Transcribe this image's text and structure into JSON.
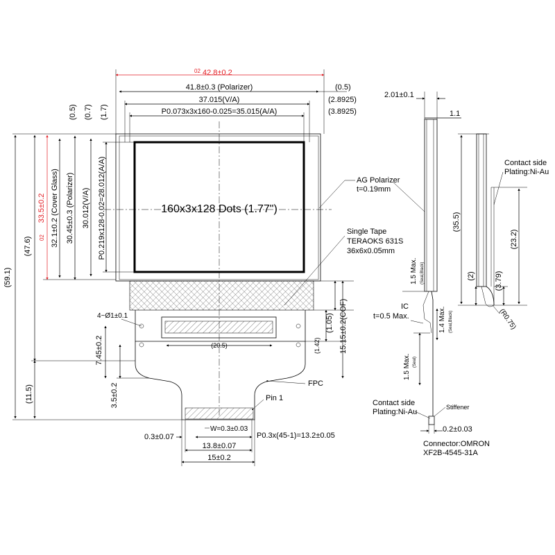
{
  "colors": {
    "accent_red": "#e31e24",
    "line": "#000000",
    "background": "#ffffff"
  },
  "front_view": {
    "display_label": "160x3x128 Dots (1.77\")",
    "top_dims": {
      "overall_mark": "02",
      "overall": "42.8±0.2",
      "polarizer": "41.8±0.3 (Polarizer)",
      "polarizer_right": "(0.5)",
      "viewing_area": "37.015(V/A)",
      "viewing_right": "(2.8925)",
      "active_area": "P0.073x3x160-0.025=35.015(A/A)",
      "active_right": "(3.8925)"
    },
    "left_dims": {
      "d_0_5": "(0.5)",
      "d_0_7": "(0.7)",
      "d_1_7": "(1.7)",
      "total": "(59.1)",
      "d_47_6": "(47.6)",
      "height_mark": "02",
      "height": "33.5±0.2",
      "cover_glass": "32.1±0.2 (Cover Glass)",
      "polarizer": "30.45±0.3 (Polarizer)",
      "viewing_area": "30.012(V/A)",
      "active_area": "P0.219x128-0.02=28.012(A/A)",
      "d_11_5": "(11.5)",
      "d_7_45": "7.45±0.2",
      "d_3_5": "3.5±0.2"
    },
    "holes": "4~Ø1±0.1",
    "d_20_5": "(20.5)",
    "d_1_42": "(1.42)",
    "d_1_05": "(1.05)",
    "cof": "15.15±0.2(COF)",
    "bottom_dims": {
      "w": "W=0.3±0.03",
      "pitch": "P0.3x(45-1)=13.2±0.05",
      "d_0_3": "0.3±0.07",
      "d_13_8": "13.8±0.07",
      "d_15": "15±0.2"
    },
    "callouts": {
      "ag_polarizer": "AG Polarizer",
      "ag_thickness": "t=0.19mm",
      "tape_1": "Single Tape",
      "tape_2": "TERAOKS 631S",
      "tape_3": "36x6x0.05mm",
      "fpc": "FPC",
      "pin1": "Pin 1"
    }
  },
  "side_view": {
    "thickness": "2.01±0.1",
    "d_1_1": "1.1",
    "contact_side_1": "Contact side",
    "plating_1": "Plating:Ni-Au",
    "d_35_5": "(35.5)",
    "d_23_2": "(23.2)",
    "d_3_79": "(3.79)",
    "d_2": "(2)",
    "r_0_75": "(R0.75)",
    "seal_max_1": "1.5 Max.",
    "seal_note_1": "(Seal,Black)",
    "seal_max_2": "1.4 Max.",
    "seal_note_2": "(Seal,Black)",
    "ic_1": "IC",
    "ic_2": "t=0.5 Max.",
    "seal_max_3": "1.5 Max.",
    "seal_note_3": "(Seal)",
    "contact_side_2": "Contact side",
    "plating_2": "Plating:Ni-Au",
    "stiffener": "Stiffener",
    "d_0_2": "0.2±0.03",
    "connector_1": "Connector:OMRON",
    "connector_2": "XF2B-4545-31A"
  }
}
